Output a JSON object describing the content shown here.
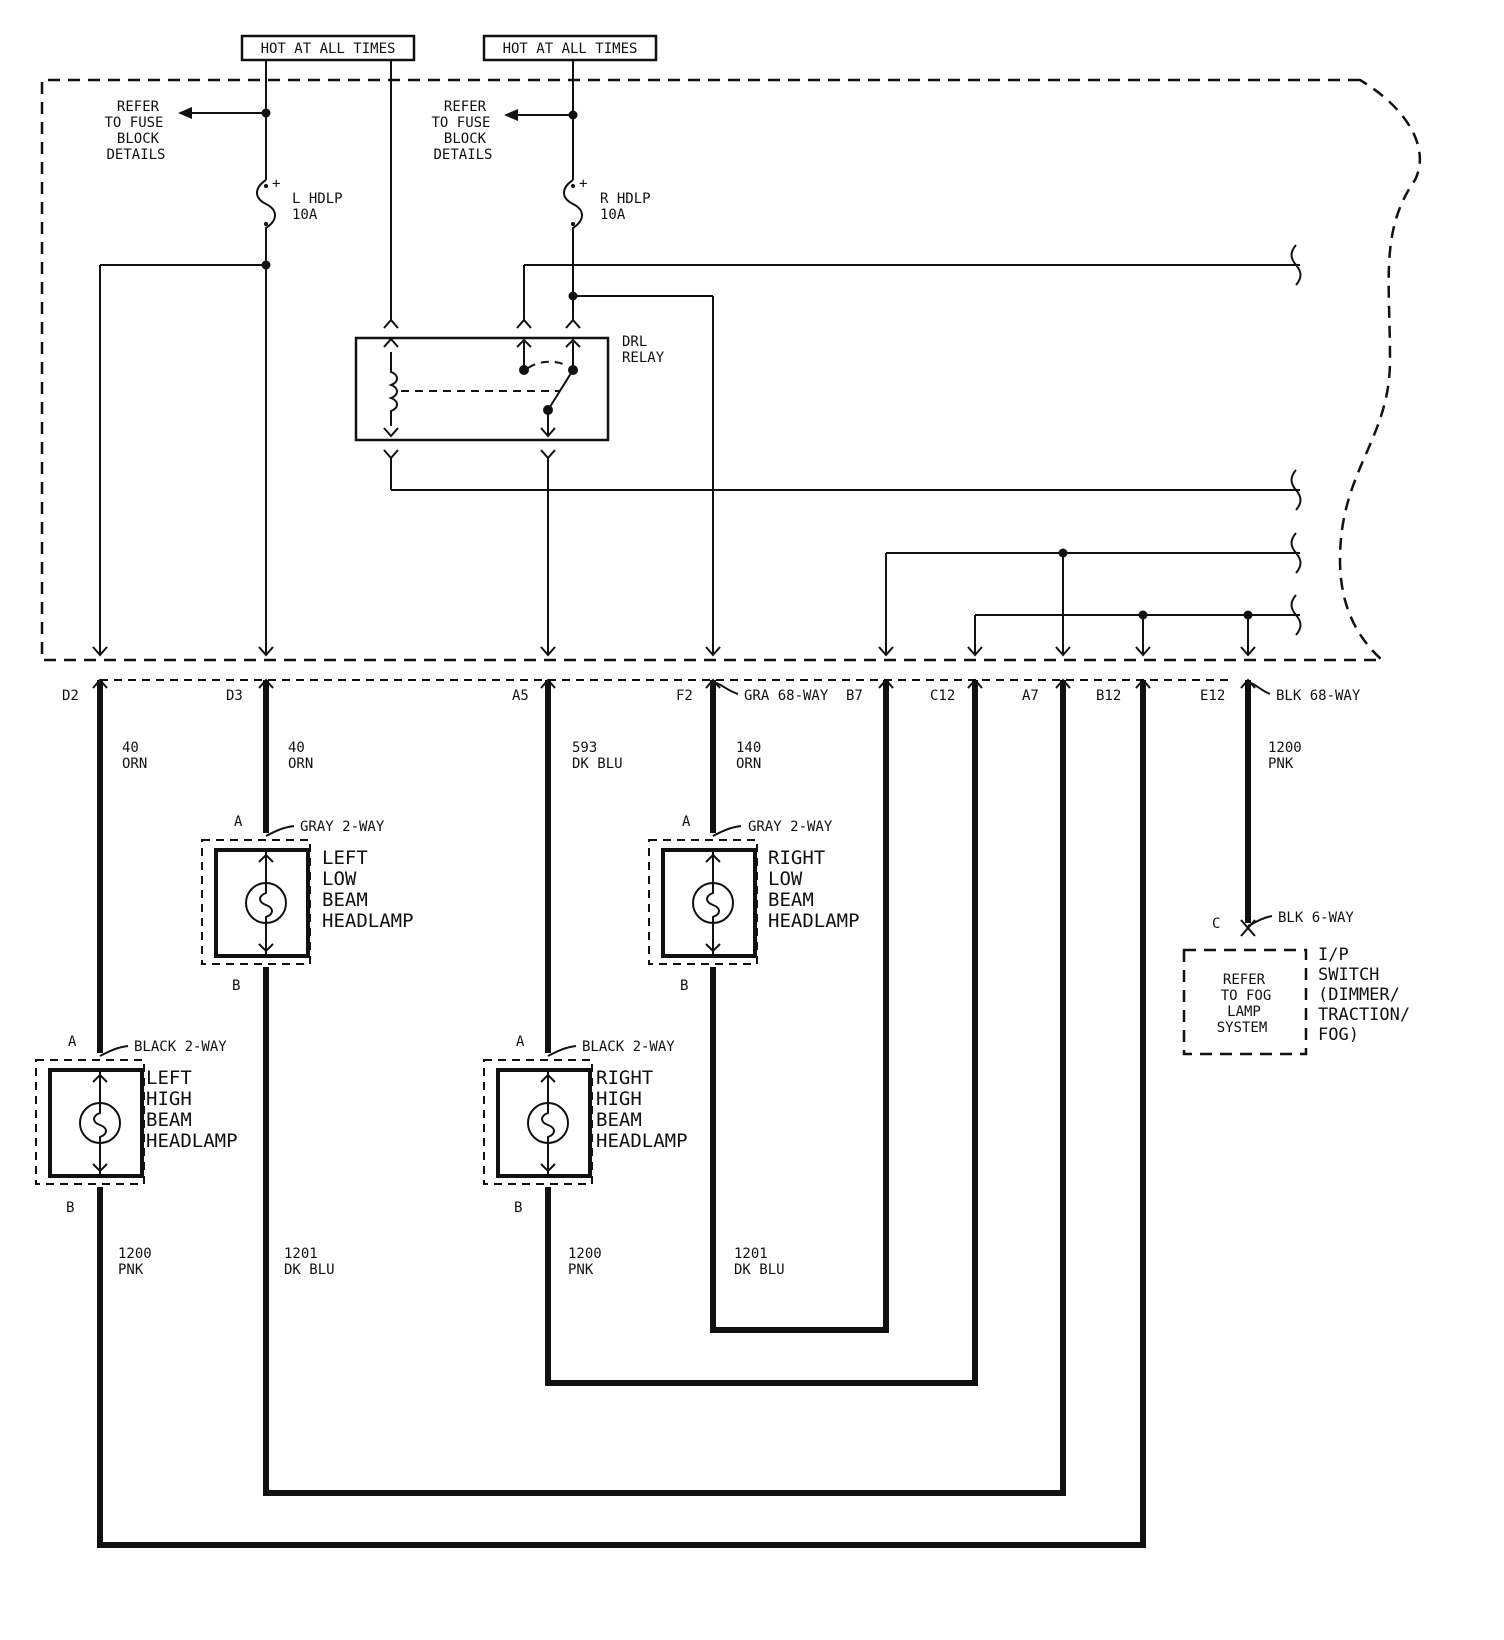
{
  "power": {
    "hot1": "HOT AT ALL TIMES",
    "hot2": "HOT AT ALL TIMES"
  },
  "fuse_refs": {
    "left": [
      "REFER",
      "TO FUSE",
      "BLOCK",
      "DETAILS"
    ],
    "right": [
      "REFER",
      "TO FUSE",
      "BLOCK",
      "DETAILS"
    ]
  },
  "fuses": {
    "left_name": "L HDLP",
    "left_rating": "10A",
    "right_name": "R HDLP",
    "right_rating": "10A"
  },
  "relay": {
    "line1": "DRL",
    "line2": "RELAY"
  },
  "pins": {
    "d2": "D2",
    "d3": "D3",
    "a5": "A5",
    "f2": "F2",
    "b7": "B7",
    "c12": "C12",
    "a7": "A7",
    "b12": "B12",
    "e12": "E12"
  },
  "connectors": {
    "gra68": "GRA 68-WAY",
    "blk68": "BLK 68-WAY",
    "gray2_left": "GRAY 2-WAY",
    "gray2_right": "GRAY 2-WAY",
    "black2_left": "BLACK 2-WAY",
    "black2_right": "BLACK 2-WAY",
    "blk6": "BLK 6-WAY"
  },
  "wires": {
    "d2": [
      "40",
      "ORN"
    ],
    "d3": [
      "40",
      "ORN"
    ],
    "a5": [
      "593",
      "DK BLU"
    ],
    "f2": [
      "140",
      "ORN"
    ],
    "e12": [
      "1200",
      "PNK"
    ],
    "lhb_out": [
      "1200",
      "PNK"
    ],
    "llb_out": [
      "1201",
      "DK BLU"
    ],
    "rhb_out": [
      "1200",
      "PNK"
    ],
    "rlb_out": [
      "1201",
      "DK BLU"
    ]
  },
  "lamps": {
    "left_low": [
      "LEFT",
      "LOW",
      "BEAM",
      "HEADLAMP"
    ],
    "right_low": [
      "RIGHT",
      "LOW",
      "BEAM",
      "HEADLAMP"
    ],
    "left_high": [
      "LEFT",
      "HIGH",
      "BEAM",
      "HEADLAMP"
    ],
    "right_high": [
      "RIGHT",
      "HIGH",
      "BEAM",
      "HEADLAMP"
    ]
  },
  "lamp_pins": {
    "a": "A",
    "b": "B",
    "c": "C"
  },
  "fog_ref": [
    "REFER",
    "TO FOG",
    "LAMP",
    "SYSTEM"
  ],
  "switch": [
    "I/P",
    "SWITCH",
    "(DIMMER/",
    "TRACTION/",
    "FOG)"
  ]
}
